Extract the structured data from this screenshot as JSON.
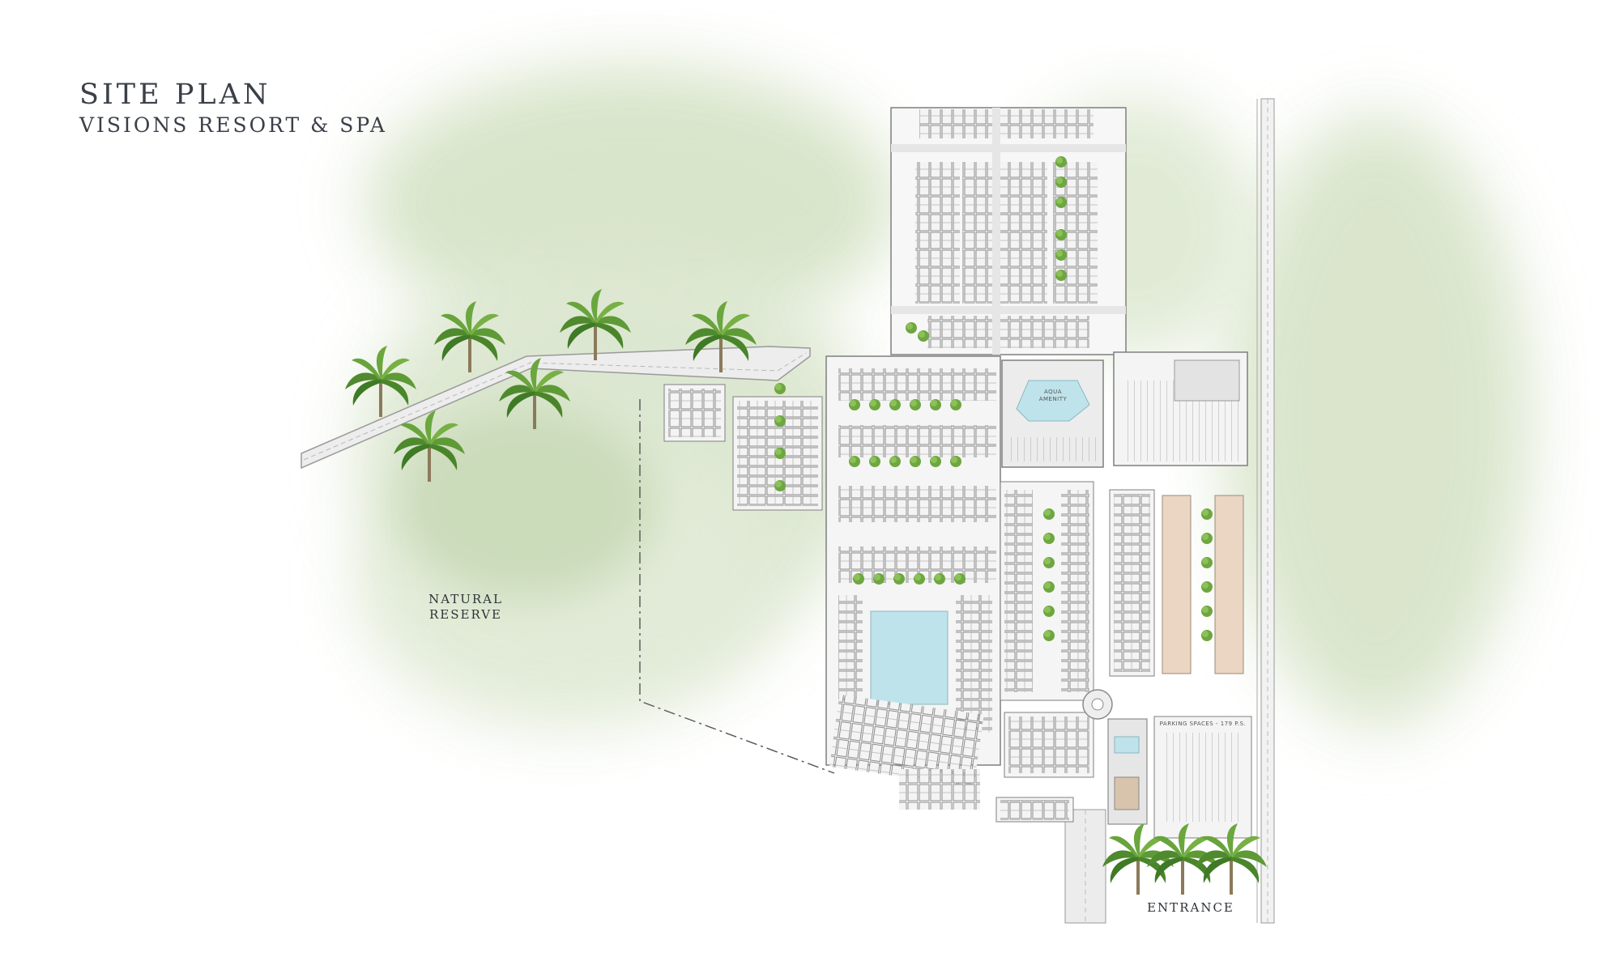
{
  "title": {
    "main": "SITE PLAN",
    "subtitle": "VISIONS RESORT & SPA"
  },
  "labels": {
    "natural_reserve_line1": "NATURAL",
    "natural_reserve_line2": "RESERVE",
    "entrance": "ENTRANCE",
    "aqua_amenity_line1": "AQUA",
    "aqua_amenity_line2": "AMENITY",
    "parking": "PARKING SPACES - 179 P.S."
  },
  "colors": {
    "wash_green": "#cfdcc0",
    "tree_green": "#5f9a3a",
    "water_blue": "#bfe3ea",
    "road_gray": "#c9c9c9",
    "plan_line": "#8a8a8a",
    "sand": "#e8d5c0"
  },
  "icons": [
    "palm-tree-icon"
  ]
}
